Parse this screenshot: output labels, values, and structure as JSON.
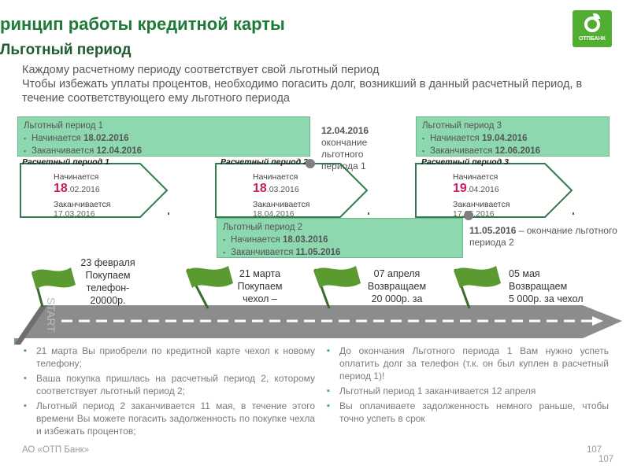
{
  "header": {
    "title": "ринцип работы кредитной карты",
    "subtitle": "Льготный период",
    "logo_text": "ОТПБАНК"
  },
  "intro": {
    "line1": "Каждому расчетному периоду соответствует свой льготный период",
    "line2": "Чтобы избежать уплаты процентов, необходимо погасить долг, возникший в данный расчетный период, в течение соответствующего ему льготного периода"
  },
  "grace_periods": [
    {
      "title": "Льготный период 1",
      "start_label": "Начинается",
      "start": "18.02.2016",
      "end_label": "Заканчивается",
      "end": "12.04.2016"
    },
    {
      "title": "Льготный период 2",
      "start_label": "Начинается",
      "start": "18.03.2016",
      "end_label": "Заканчивается",
      "end": "11.05.2016"
    },
    {
      "title": "Льготный период 3",
      "start_label": "Начинается",
      "start": "19.04.2016",
      "end_label": "Заканчивается",
      "end": "12.06.2016"
    }
  ],
  "billing_periods": [
    {
      "label": "Расчетный период 1",
      "start_label": "Начинается",
      "day": "18",
      "rest": ".02.2016",
      "end_label": "Заканчивается",
      "end": "17.03.2016"
    },
    {
      "label": "Расчетный период 2",
      "start_label": "Начинается",
      "day": "18",
      "rest": ".03.2016",
      "end_label": "Заканчивается",
      "end": "18.04.2016"
    },
    {
      "label": "Расчетный период 3",
      "start_label": "Начинается",
      "day": "19",
      "rest": ".04.2016",
      "end_label": "Заканчивается",
      "end": "17.05.2016"
    }
  ],
  "notes": {
    "note1_date": "12.04.2016",
    "note1_text": "окончание льготного периода 1",
    "note2_date": "11.05.2016",
    "note2_text": "– окончание льготного периода 2"
  },
  "timeline": {
    "start_label": "START",
    "events": [
      {
        "date": "23 февраля",
        "line2": "Покупаем",
        "line3": "телефон-",
        "line4": "20000р."
      },
      {
        "date": "21 марта",
        "line2": "Покупаем",
        "line3": "чехол –",
        "line4": ""
      },
      {
        "date": "07 апреля",
        "line2": "Возвращаем",
        "line3": "20 000р. за",
        "line4": ""
      },
      {
        "date": "05 мая",
        "line2": "Возвращаем",
        "line3": "5 000р. за чехол",
        "line4": ""
      }
    ]
  },
  "bullets_left": [
    "21 марта Вы приобрели по кредитной карте чехол к новому телефону;",
    "Ваша покупка пришлась на расчетный период 2, которому соответствует льготный период 2;",
    "Льготный период 2 заканчивается 11 мая, в течение этого времени Вы можете погасить задолженность по покупке чехла и избежать процентов;"
  ],
  "bullets_right": [
    "До окончания Льготного периода 1 Вам нужно успеть оплатить долг за телефон (т.к. он был куплен в расчетный период 1)!",
    "Льготный период 1 заканчивается 12 апреля",
    "Вы оплачиваете задолженность немного раньше, чтобы точно успеть в срок"
  ],
  "footer": {
    "company": "АО «ОТП Банк»",
    "page": "107",
    "page2": "107"
  },
  "colors": {
    "title_green": "#1f7a3a",
    "box_green": "#8ed8b0",
    "arrow_green": "#2e7d4a",
    "accent_pink": "#c71e63",
    "road_gray": "#8c8c8c"
  }
}
